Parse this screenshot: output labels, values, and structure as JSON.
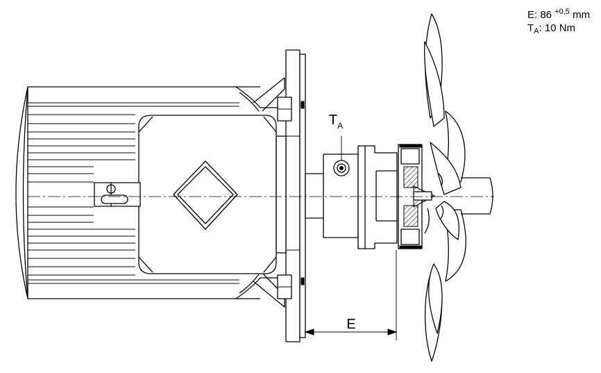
{
  "specs": {
    "e_prefix": "E: 86 ",
    "e_tolerance": "+0,5",
    "e_unit": " mm",
    "ta_symbol": "T",
    "ta_subscript": "A",
    "ta_value": ": 10 Nm"
  },
  "labels": {
    "torque_symbol": "T",
    "torque_subscript": "A",
    "dimension": "E"
  }
}
